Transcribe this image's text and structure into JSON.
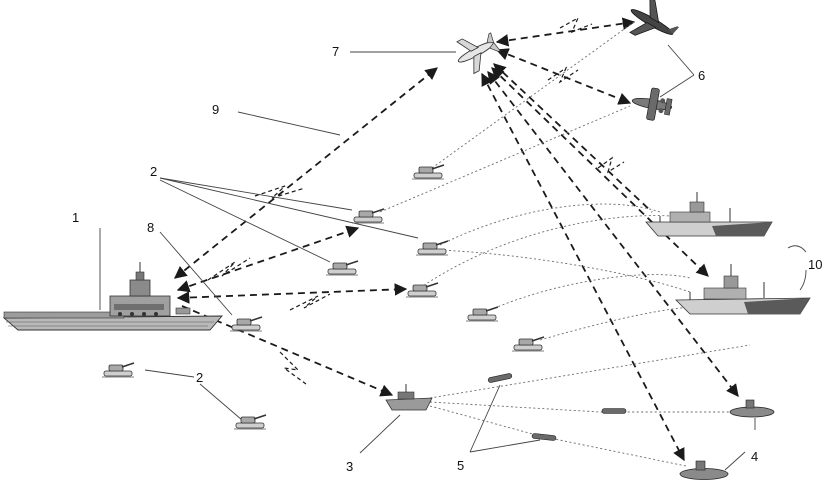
{
  "labels": {
    "carrier": "1",
    "tank_group_top": "2",
    "tank_group_bottom": "2",
    "boat": "3",
    "submarine": "4",
    "torpedo": "5",
    "aircraft": "6",
    "drone": "7",
    "carrier_tank": "8",
    "link": "9",
    "frigate": "10"
  },
  "colors": {
    "ink": "#1a1a1a",
    "hull": "#8a8a8a",
    "deck": "#b9b9b9",
    "dotted": "#6b6b6b"
  }
}
